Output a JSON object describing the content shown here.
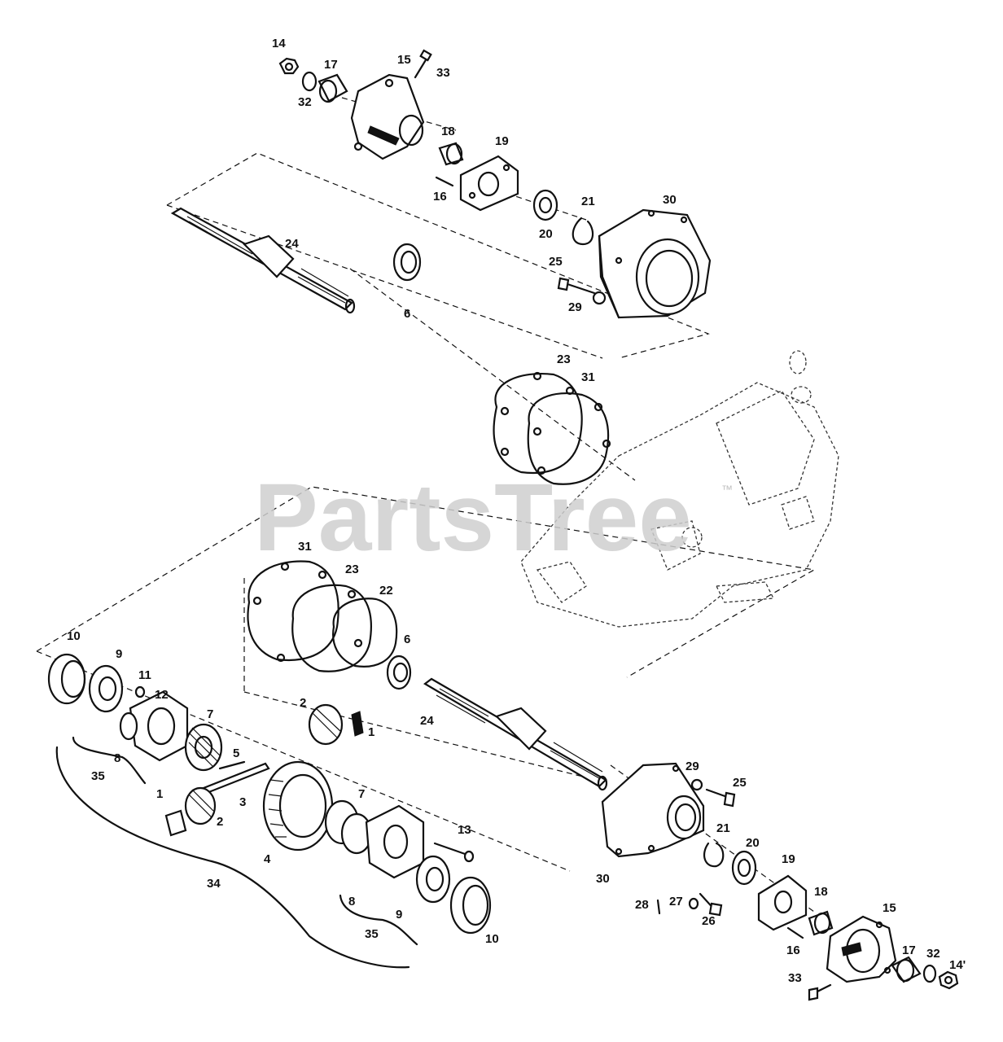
{
  "watermark": {
    "text": "PartsTree",
    "trademark": "™"
  },
  "labels": {
    "l14a": "14",
    "l17a": "17",
    "l15a": "15",
    "l33a": "33",
    "l32a": "32",
    "l18a": "18",
    "l19a": "19",
    "l16a": "16",
    "l21a": "21",
    "l30a": "30",
    "l20a": "20",
    "l24a": "24",
    "l25a": "25",
    "l29a": "29",
    "l6a": "6",
    "l23a": "23",
    "l31a": "31",
    "l31b": "31",
    "l23b": "23",
    "l22b": "22",
    "l6b": "6",
    "l24b": "24",
    "l10a": "10",
    "l9a": "9",
    "l11": "11",
    "l12": "12",
    "l7a": "7",
    "l8a": "8",
    "l35a": "35",
    "l2a": "2",
    "l1a": "1",
    "l5": "5",
    "l3": "3",
    "l1b": "1",
    "l2b": "2",
    "l4": "4",
    "l7b": "7",
    "l13": "13",
    "l34": "34",
    "l8b": "8",
    "l9b": "9",
    "l35b": "35",
    "l10b": "10",
    "l29b": "29",
    "l25b": "25",
    "l21b": "21",
    "l20b": "20",
    "l19b": "19",
    "l30b": "30",
    "l28": "28",
    "l27": "27",
    "l26": "26",
    "l18b": "18",
    "l16b": "16",
    "l15b": "15",
    "l17b": "17",
    "l32b": "32",
    "l14b": "14'",
    "l33b": "33"
  }
}
